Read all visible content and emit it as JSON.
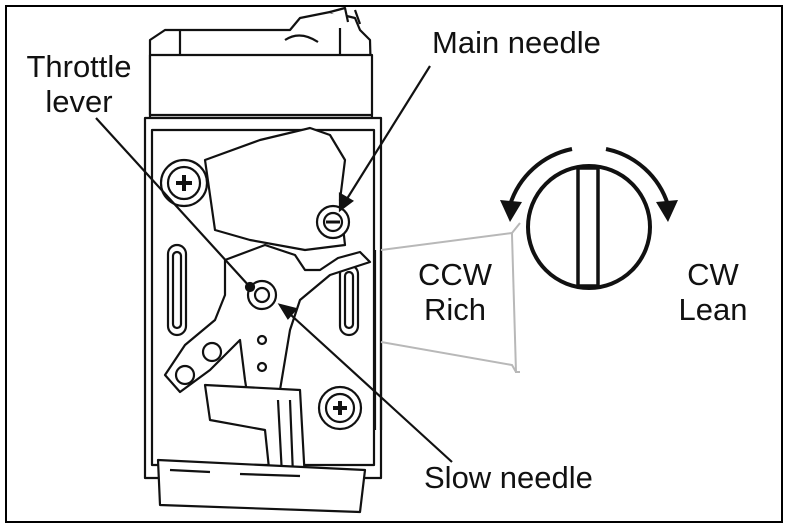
{
  "labels": {
    "throttle_line1": "Throttle",
    "throttle_line2": "lever",
    "main_needle": "Main needle",
    "slow_needle": "Slow needle",
    "ccw_line1": "CCW",
    "ccw_line2": "Rich",
    "cw_line1": "CW",
    "cw_line2": "Lean"
  },
  "colors": {
    "ink": "#111111",
    "callout_box": "#b8b8b8",
    "background": "#ffffff"
  },
  "icons": [
    "screw-head-icon",
    "needle-screw-icon",
    "rotation-arrow-ccw-icon",
    "rotation-arrow-cw-icon"
  ]
}
